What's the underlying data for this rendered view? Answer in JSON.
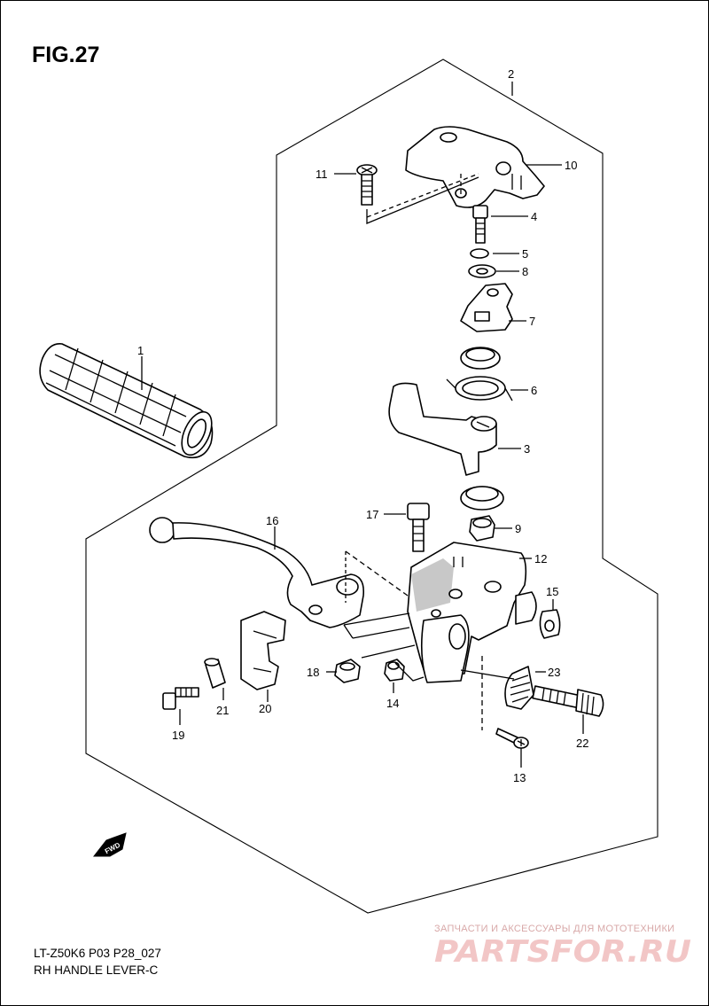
{
  "figure": {
    "title": "FIG.27",
    "model_code": "LT-Z50K6 P03 P28_027",
    "assembly_name": "RH HANDLE LEVER-C",
    "fwd_label": "FWD"
  },
  "callouts": [
    {
      "id": "c1",
      "label": "1"
    },
    {
      "id": "c2",
      "label": "2"
    },
    {
      "id": "c3",
      "label": "3"
    },
    {
      "id": "c4",
      "label": "4"
    },
    {
      "id": "c5",
      "label": "5"
    },
    {
      "id": "c6",
      "label": "6"
    },
    {
      "id": "c7",
      "label": "7"
    },
    {
      "id": "c8",
      "label": "8"
    },
    {
      "id": "c9",
      "label": "9"
    },
    {
      "id": "c10",
      "label": "10"
    },
    {
      "id": "c11",
      "label": "11"
    },
    {
      "id": "c12",
      "label": "12"
    },
    {
      "id": "c13",
      "label": "13"
    },
    {
      "id": "c14",
      "label": "14"
    },
    {
      "id": "c15",
      "label": "15"
    },
    {
      "id": "c16",
      "label": "16"
    },
    {
      "id": "c17",
      "label": "17"
    },
    {
      "id": "c18",
      "label": "18"
    },
    {
      "id": "c19",
      "label": "19"
    },
    {
      "id": "c20",
      "label": "20"
    },
    {
      "id": "c21",
      "label": "21"
    },
    {
      "id": "c22",
      "label": "22"
    },
    {
      "id": "c23",
      "label": "23"
    }
  ],
  "watermark": {
    "tagline": "ЗАПЧАСТИ И АКСЕССУАРЫ ДЛЯ МОТОТЕХНИКИ",
    "logo_text": "PARTSFOR.RU",
    "color": "#f0c8c8"
  }
}
